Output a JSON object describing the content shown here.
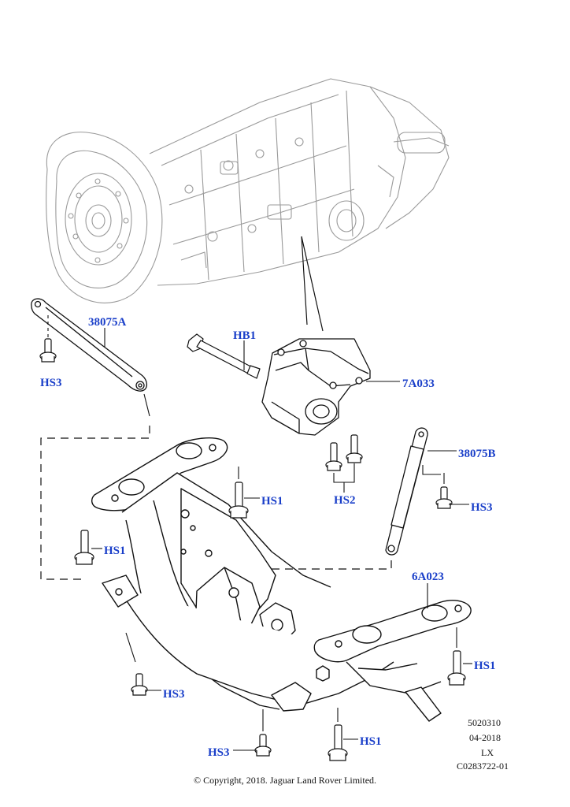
{
  "callouts": {
    "strut_left": "38075A",
    "bolt_hb1": "HB1",
    "mount": "7A033",
    "strut_right": "38075B",
    "screw_hs3_strut_left": "HS3",
    "screw_hs1_top": "HS1",
    "screw_hs1_left": "HS1",
    "screw_hs2": "HS2",
    "screw_hs3_strut_right": "HS3",
    "crossmember": "6A023",
    "screw_hs1_right": "HS1",
    "screw_hs3_bottom_left": "HS3",
    "screw_hs1_bottom": "HS1",
    "screw_hs3_bottom": "HS3"
  },
  "meta": {
    "ref_number": "5020310",
    "date": "04-2018",
    "model": "LX",
    "code": "C0283722-01"
  },
  "copyright": "© Copyright, 2018. Jaguar Land Rover Limited.",
  "colors": {
    "callout_text": "#1a3fc9",
    "part_line": "#111111",
    "ghost_line": "#9a9a9a"
  }
}
